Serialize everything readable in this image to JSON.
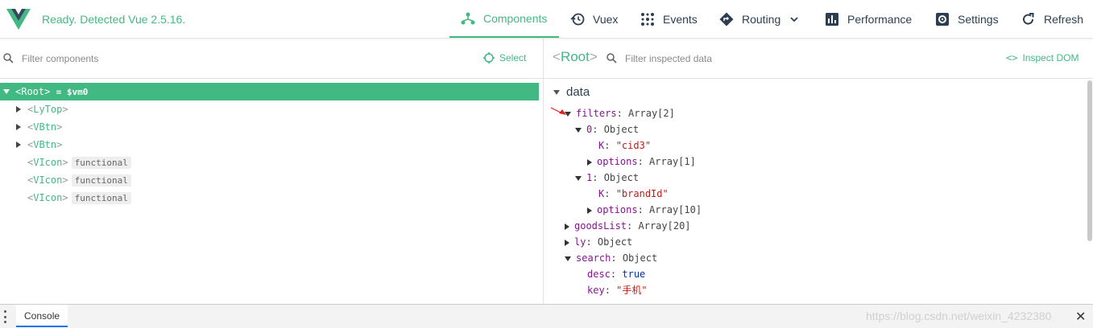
{
  "header": {
    "status": "Ready. Detected Vue 2.5.16.",
    "tabs": [
      {
        "label": "Components",
        "icon": "tree-icon",
        "active": true
      },
      {
        "label": "Vuex",
        "icon": "history-icon"
      },
      {
        "label": "Events",
        "icon": "events-icon"
      },
      {
        "label": "Routing",
        "icon": "routing-icon"
      },
      {
        "label": "Performance",
        "icon": "chart-icon"
      },
      {
        "label": "Settings",
        "icon": "gear-icon"
      },
      {
        "label": "Refresh",
        "icon": "refresh-icon"
      }
    ],
    "accent": "#42b983"
  },
  "left": {
    "search_placeholder": "Filter components",
    "select_label": "Select",
    "tree": [
      {
        "name": "Root",
        "vm": "= $vm0",
        "selected": true
      },
      {
        "name": "LyTop"
      },
      {
        "name": "VBtn"
      },
      {
        "name": "VBtn"
      },
      {
        "name": "VIcon",
        "badge": "functional"
      },
      {
        "name": "VIcon",
        "badge": "functional"
      },
      {
        "name": "VIcon",
        "badge": "functional"
      }
    ]
  },
  "right": {
    "title": "Root",
    "search_placeholder": "Filter inspected data",
    "inspect_label": "Inspect DOM",
    "section": "data",
    "rows": [
      {
        "key": "filters",
        "sep": ":",
        "val": "Array[2]"
      },
      {
        "key": "0",
        "sep": ":",
        "val": "Object"
      },
      {
        "key": "K",
        "sep": ":",
        "val": "\"cid3\""
      },
      {
        "key": "options",
        "sep": ":",
        "val": "Array[1]"
      },
      {
        "key": "1",
        "sep": ":",
        "val": "Object"
      },
      {
        "key": "K",
        "sep": ":",
        "val": "\"brandId\""
      },
      {
        "key": "options",
        "sep": ":",
        "val": "Array[10]"
      },
      {
        "key": "goodsList",
        "sep": ":",
        "val": "Array[20]"
      },
      {
        "key": "ly",
        "sep": ":",
        "val": "Object"
      },
      {
        "key": "search",
        "sep": ":",
        "val": "Object"
      },
      {
        "key": "desc",
        "sep": ":",
        "val": "true"
      },
      {
        "key": "key",
        "sep": ":",
        "val": "\"手机\""
      }
    ]
  },
  "console": {
    "tab_label": "Console",
    "watermark": "https://blog.csdn.net/weixin_4232380"
  }
}
